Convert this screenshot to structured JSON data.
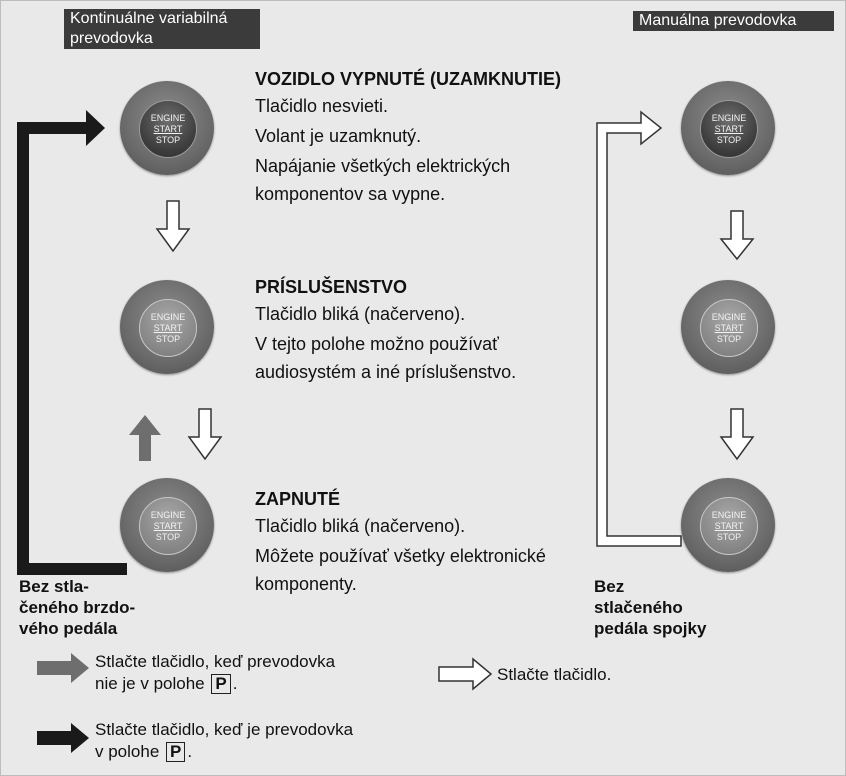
{
  "tags": {
    "cvt_line1": "Kontinuálne variabilná",
    "cvt_line2": "prevodovka",
    "manual": "Manuálna prevodovka"
  },
  "button_labels": {
    "top": "ENGINE",
    "mid": "START",
    "bottom": "STOP"
  },
  "states": [
    {
      "title": "VOZIDLO VYPNUTÉ (UZAMKNUTIE)",
      "lines": [
        "Tlačidlo nesvieti.",
        "Volant je uzamknutý.",
        "Napájanie všetkých elektrických",
        "komponentov sa vypne."
      ]
    },
    {
      "title": "PRÍSLUŠENSTVO",
      "lines": [
        "Tlačidlo bliká (načerveno).",
        "V tejto polohe možno používať",
        "audiosystém a iné príslušenstvo."
      ]
    },
    {
      "title": "ZAPNUTÉ",
      "lines": [
        "Tlačidlo bliká (načerveno).",
        "Môžete používať všetky elektronické",
        "komponenty."
      ]
    }
  ],
  "captions": {
    "brake": [
      "Bez stla-",
      "čeného brzdo-",
      "vého pedála"
    ],
    "clutch": [
      "Bez",
      "stlačeného",
      "pedála spojky"
    ]
  },
  "legend": {
    "gray_line1": "Stlačte tlačidlo, keď prevodovka",
    "gray_line2_pre": "nie je v polohe",
    "black_line1": "Stlačte tlačidlo, keď je prevodovka",
    "black_line2_pre": "v polohe",
    "p_label": "P",
    "after_p": ".",
    "white": "Stlačte tlačidlo."
  },
  "colors": {
    "panel_bg": "#e9e9ea",
    "tag_bg": "#3b3b3c",
    "gray_arrow": "#6e6e6e",
    "black_arrow": "#1a1a1a",
    "white_arrow": "#ffffff"
  },
  "icons": {
    "button": "engine-start-stop-button",
    "gray_arrow": "gray-arrow-icon",
    "black_arrow": "black-arrow-icon",
    "white_arrow": "white-arrow-icon"
  }
}
